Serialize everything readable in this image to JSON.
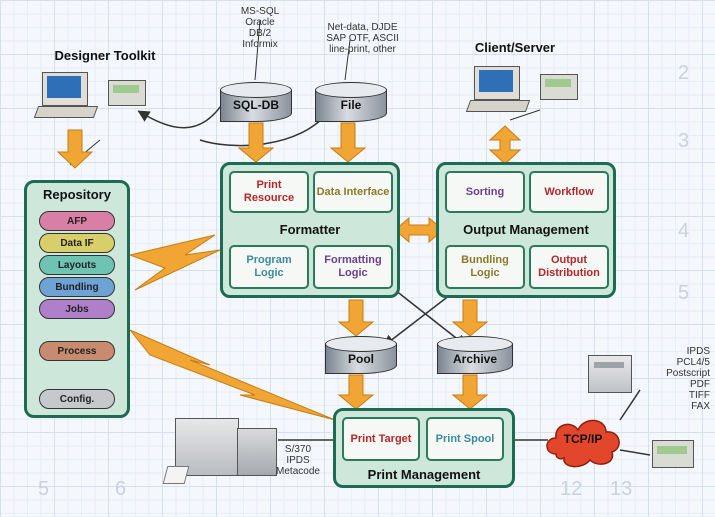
{
  "colors": {
    "panel_fill": "#cde7da",
    "panel_border": "#1d6b52",
    "arrow": "#f0a535",
    "cloud": "#e2472c",
    "red_text": "#b5262b",
    "olive_text": "#8a7a2a",
    "purple_text": "#6a3f8f",
    "teal_text": "#3b8aa0"
  },
  "grid_numbers": [
    "2",
    "3",
    "4",
    "5",
    "12",
    "13",
    "5",
    "6"
  ],
  "designer": {
    "title": "Designer Toolkit"
  },
  "client": {
    "title": "Client/Server"
  },
  "sources": {
    "sql": {
      "label": "SQL-DB",
      "notes": [
        "MS-SQL",
        "Oracle",
        "DB/2",
        "Informix"
      ]
    },
    "file": {
      "label": "File",
      "notes": [
        "Net-data, DJDE",
        "SAP OTF, ASCII",
        "line-print, other"
      ]
    }
  },
  "repository": {
    "title": "Repository",
    "items": [
      "AFP",
      "Data IF",
      "Layouts",
      "Bundling",
      "Jobs"
    ],
    "process": "Process",
    "config": "Config."
  },
  "formatter": {
    "title": "Formatter",
    "cells": [
      {
        "label": "Print Resource"
      },
      {
        "label": "Data Interface"
      },
      {
        "label": "Program Logic"
      },
      {
        "label": "Formatting Logic"
      }
    ]
  },
  "output": {
    "title": "Output Management",
    "cells": [
      {
        "label": "Sorting"
      },
      {
        "label": "Workflow"
      },
      {
        "label": "Bundling Logic"
      },
      {
        "label": "Output Distribution"
      }
    ]
  },
  "storage": {
    "pool": "Pool",
    "archive": "Archive"
  },
  "print": {
    "title": "Print Management",
    "cells": [
      {
        "label": "Print Target"
      },
      {
        "label": "Print Spool"
      }
    ],
    "notes": [
      "S/370",
      "IPDS",
      "Metacode"
    ]
  },
  "network": {
    "label": "TCP/IP",
    "formats": [
      "IPDS",
      "PCL4/5",
      "Postscript",
      "PDF",
      "TIFF",
      "FAX"
    ]
  }
}
